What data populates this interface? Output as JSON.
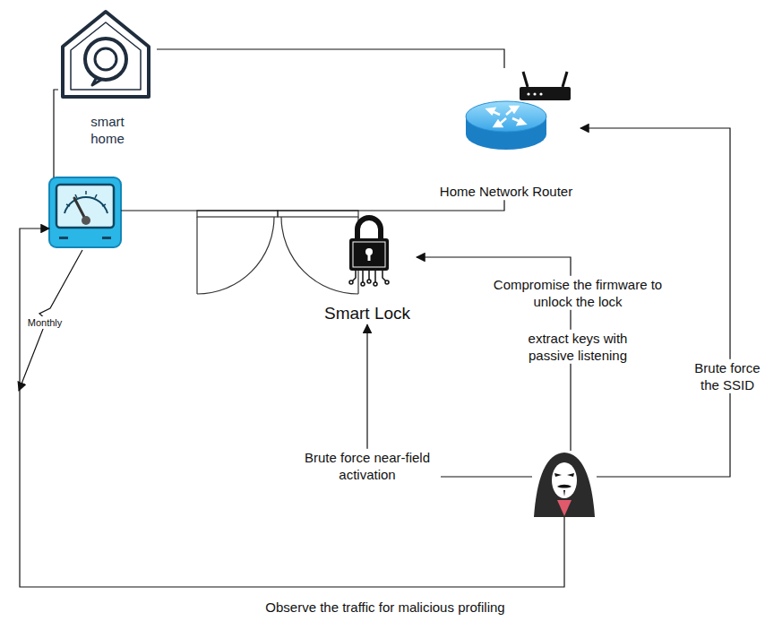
{
  "diagram": {
    "nodes": [
      {
        "text": [
          "smart home"
        ]
      },
      {
        "text": [
          "Home Network Router"
        ]
      },
      {
        "text": []
      },
      {
        "text": [
          "Smart Lock"
        ]
      },
      {
        "text": []
      }
    ],
    "edges": [
      {
        "from": 0,
        "to": 1,
        "arrow": "none"
      },
      {
        "from": 0,
        "to": 2,
        "arrow": "none"
      },
      {
        "from": 2,
        "to": 1,
        "arrow": "none"
      },
      {
        "from": 4,
        "to": 3,
        "label": "Compromise the firmware to unlock the lock",
        "arrow": "to"
      },
      {
        "from": 4,
        "to": 1,
        "label": "Brute force the SSID",
        "arrow": "to"
      },
      {
        "from": 4,
        "to": 3,
        "label": "Brute force near-field activation",
        "arrow": "to"
      },
      {
        "from": 4,
        "to": 2,
        "label": "Observe the traffic for malicious profiling",
        "arrow": "to"
      }
    ],
    "labels": [
      "Monthly",
      "extract keys with passive listening"
    ]
  }
}
